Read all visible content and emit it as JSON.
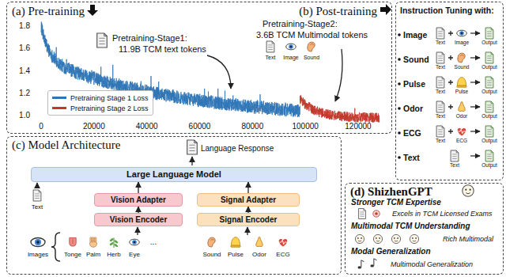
{
  "diagram": {
    "nodes": [
      {
        "text": [
          "(a) Pre-training",
          "(b) Post-training"
        ]
      },
      {
        "text": [
          "Instruction Tuning with:"
        ]
      },
      {
        "text": [
          "(c) Model Architecture"
        ]
      },
      {
        "text": [
          "Large Language Model"
        ],
        "in": 2
      },
      {
        "text": [
          "Vision Adapter"
        ],
        "in": 2
      },
      {
        "text": [
          "Vision Encoder"
        ],
        "in": 2
      },
      {
        "text": [
          "Signal Adapter"
        ],
        "in": 2
      },
      {
        "text": [
          "Signal Encoder"
        ],
        "in": 2
      },
      {
        "text": [
          "(d) ShizhenGPT"
        ]
      }
    ],
    "edges": [
      {
        "from": 5,
        "to": 4,
        "arrow": "to"
      },
      {
        "from": 4,
        "to": 3,
        "arrow": "to"
      },
      {
        "from": 7,
        "to": 6,
        "arrow": "to"
      },
      {
        "from": 6,
        "to": 3,
        "arrow": "to"
      }
    ],
    "labels": [
      "1.8",
      "1.6",
      "1.4",
      "1.2",
      "1.0",
      "0",
      "20000",
      "40000",
      "60000",
      "80000",
      "100000",
      "120000",
      "Pretraining-Stage1:",
      "11.9B TCM text tokens",
      "Pretraining-Stage2:",
      "3.6B TCM Multimodal tokens",
      "Text",
      "Image",
      "Sound",
      "Image",
      "Text",
      "Image",
      "Output",
      "Sound",
      "Text",
      "Sound",
      "Output",
      "Pulse",
      "Text",
      "Pulse",
      "Output",
      "Odor",
      "Text",
      "Odor",
      "Output",
      "ECG",
      "Text",
      "ECG",
      "Output",
      "Text",
      "Text",
      "Output",
      "Language Response",
      "Text",
      "Images",
      "Tonge",
      "Palm",
      "Herb",
      "Eye",
      "...",
      "Sound",
      "Pulse",
      "Odor",
      "ECG",
      "Stronger TCM Expertise",
      "Excels in TCM Licensed Exams",
      "Multimodal TCM Understanding",
      "Rich Multimodal",
      "Modal Generalization",
      "Multimodal Generalization"
    ],
    "legend": [
      {
        "text": "Pretraining Stage 1 Loss",
        "color": "#2e75b6"
      },
      {
        "text": "Pretraining Stage 2 Loss",
        "color": "#c0392b"
      }
    ]
  }
}
